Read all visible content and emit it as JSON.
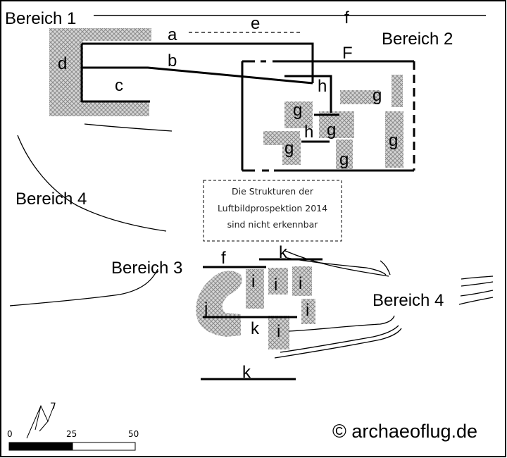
{
  "areas": {
    "area1": "Bereich 1",
    "area2": "Bereich 2",
    "area3": "Bereich 3",
    "area4_left": "Bereich 4",
    "area4_right": "Bereich 4"
  },
  "features": {
    "a": "a",
    "b": "b",
    "c": "c",
    "d": "d",
    "e": "e",
    "f": "f",
    "F": "F",
    "g": "g",
    "h": "h",
    "i": "i",
    "j": "j",
    "k": "k"
  },
  "note": {
    "line1": "Die Strukturen der",
    "line2": "Luftbildprospektion 2014",
    "line3": "sind nicht erkennbar"
  },
  "scale": {
    "label_0": "0",
    "label_25": "25",
    "label_50": "50"
  },
  "credit": "© archaeoflug.de",
  "colors": {
    "ink": "#000000",
    "hatch": "#9a9a9a",
    "background": "#ffffff"
  }
}
